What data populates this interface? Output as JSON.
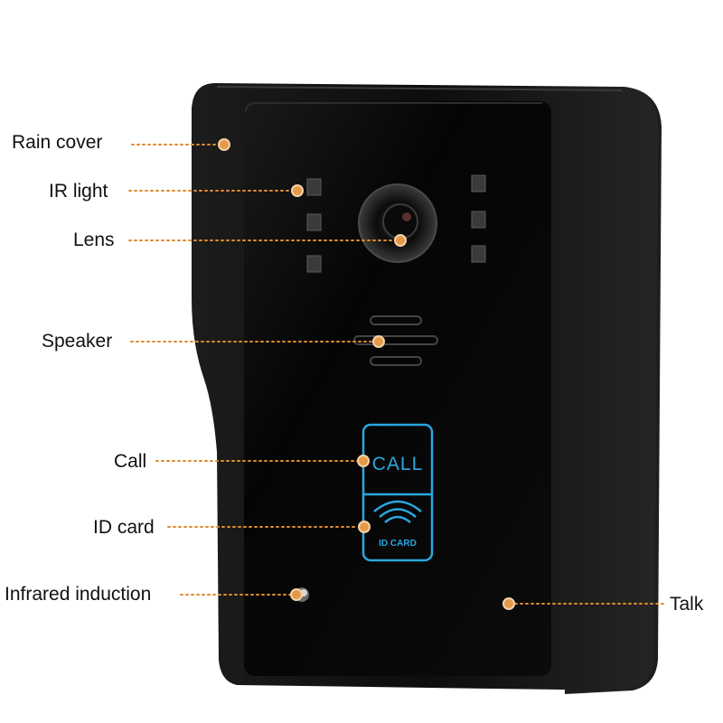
{
  "labels": {
    "rain_cover": "Rain cover",
    "ir_light": "IR light",
    "lens": "Lens",
    "speaker": "Speaker",
    "call": "Call",
    "id_card": "ID card",
    "infrared_induction": "Infrared induction",
    "talk": "Talk"
  },
  "panel": {
    "call_button_text": "CALL",
    "id_card_text": "ID CARD"
  },
  "colors": {
    "leader_dot": "#e39a4a",
    "leader_line": "#e08a2e",
    "panel_accent": "#2aa7df",
    "housing": "#141414",
    "face": "#050505"
  }
}
